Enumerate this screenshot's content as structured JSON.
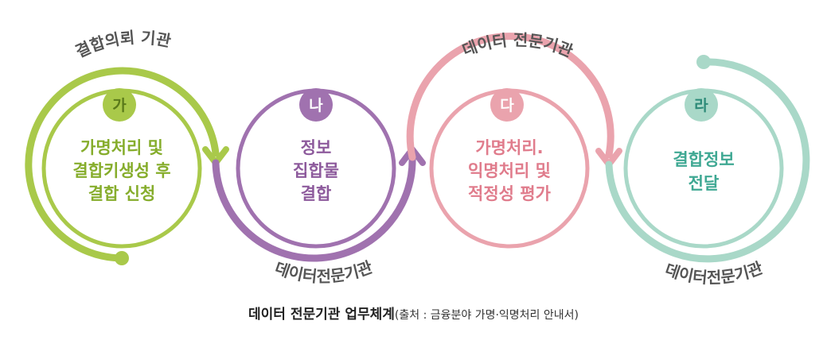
{
  "colors": {
    "green": "#a9c94a",
    "green_text": "#86ad2c",
    "purple": "#a072af",
    "purple_text": "#8d5a9c",
    "pink": "#eaa3ad",
    "pink_text": "#e07c8c",
    "teal": "#a9d8c8",
    "teal_text": "#3fa893",
    "label_text": "#555555"
  },
  "stages": [
    {
      "badge": "가",
      "lines": [
        "가명처리 및",
        "결합키생성 후",
        "결합 신청"
      ],
      "role": "결합의뢰 기관"
    },
    {
      "badge": "나",
      "lines": [
        "정보",
        "집합물",
        "결합"
      ],
      "role": "데이터전문기관"
    },
    {
      "badge": "다",
      "lines": [
        "가명처리.",
        "익명처리 및",
        "적정성 평가"
      ],
      "role": "데이터 전문기관"
    },
    {
      "badge": "라",
      "lines": [
        "결합정보",
        "전달"
      ],
      "role": "데이터전문기관"
    }
  ],
  "caption": {
    "main": "데이터 전문기관 업무체계",
    "source": "(출처 : 금융분야 가명·익명처리 안내서)"
  }
}
